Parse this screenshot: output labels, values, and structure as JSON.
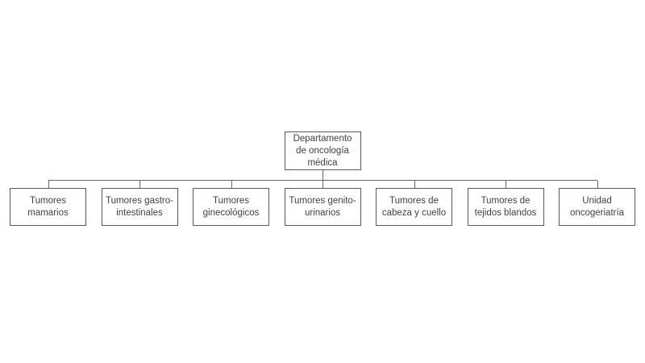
{
  "diagram": {
    "type": "org-chart",
    "background": "#ffffff",
    "colors": {
      "box_border": "#595959",
      "connector_line": "#666666",
      "text": "#3f3f3f"
    },
    "root": {
      "label": "Departamento\nde oncología\nmédica"
    },
    "children": [
      {
        "label": "Tumores\nmamarios"
      },
      {
        "label": "Tumores gastro-\nintestinales"
      },
      {
        "label": "Tumores\nginecológicos"
      },
      {
        "label": "Tumores genito-\nurinarios"
      },
      {
        "label": "Tumores de\ncabeza y cuello"
      },
      {
        "label": "Tumores de\ntejidos blandos"
      },
      {
        "label": "Unidad\noncogeriatría"
      }
    ]
  }
}
